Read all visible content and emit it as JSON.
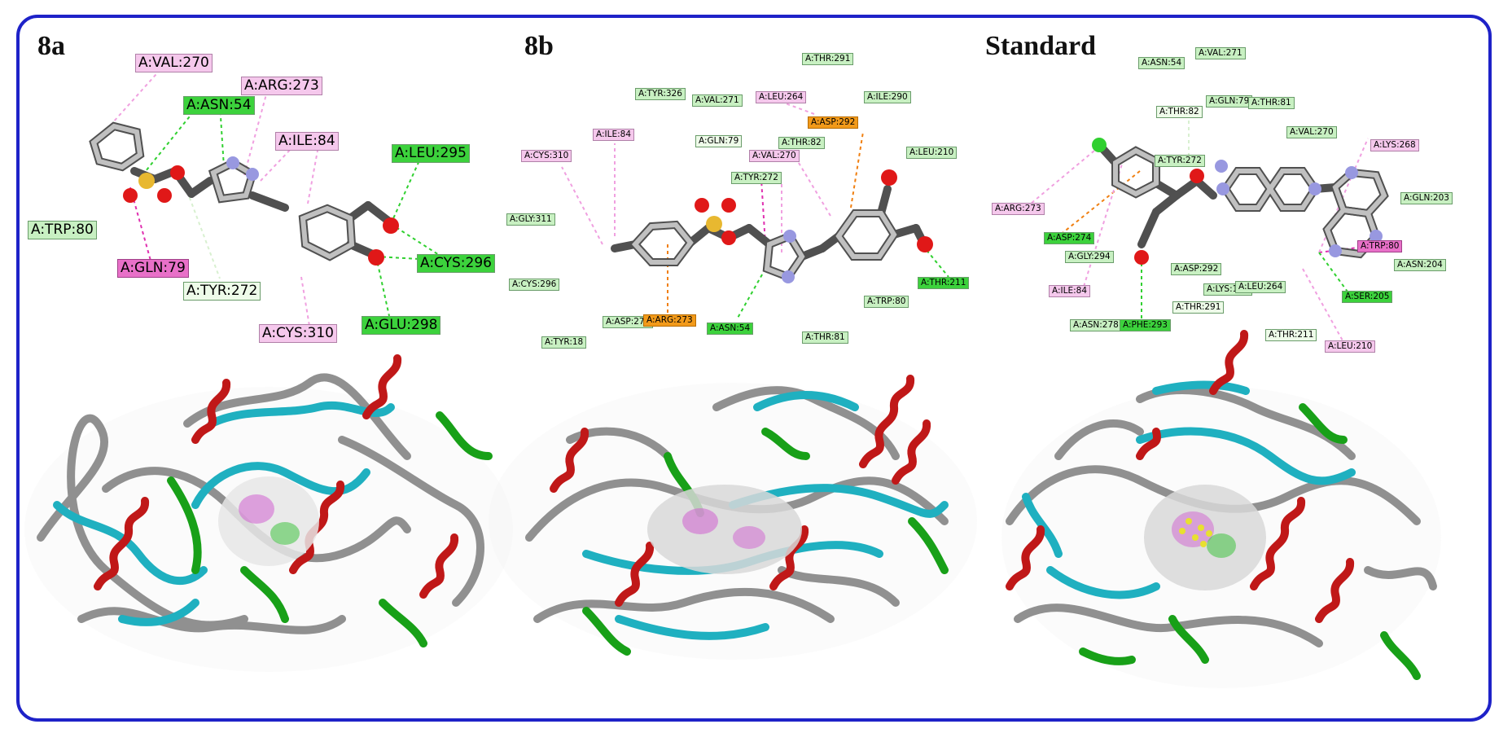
{
  "panels": [
    {
      "title": "8a",
      "labels": [
        "A:VAL:270",
        "A:ARG:273",
        "A:ASN:54",
        "A:ILE:84",
        "A:LEU:295",
        "A:TRP:80",
        "A:CYS:296",
        "A:GLN:79",
        "A:TYR:272",
        "A:GLU:298",
        "A:CYS:310"
      ]
    },
    {
      "title": "8b",
      "labels": [
        "A:THR:291",
        "A:TYR:326",
        "A:VAL:271",
        "A:LEU:264",
        "A:ILE:290",
        "A:ASP:292",
        "A:ILE:84",
        "A:GLN:79",
        "A:THR:82",
        "A:LEU:210",
        "A:CYS:310",
        "A:VAL:270",
        "A:TYR:272",
        "A:GLY:311",
        "A:CYS:296",
        "A:THR:211",
        "A:TRP:80",
        "A:ASP:274",
        "A:ARG:273",
        "A:ASN:54",
        "A:TYR:18",
        "A:THR:81"
      ]
    },
    {
      "title": "Standard",
      "labels": [
        "A:ASN:54",
        "A:VAL:271",
        "A:GLN:79",
        "A:THR:81",
        "A:THR:82",
        "A:VAL:270",
        "A:LYS:268",
        "A:TYR:272",
        "A:ARG:273",
        "A:GLN:203",
        "A:ASP:274",
        "A:TRP:80",
        "A:GLY:294",
        "A:ASN:204",
        "A:ASP:292",
        "A:ILE:84",
        "A:LYS:179",
        "A:LEU:264",
        "A:SER:205",
        "A:THR:291",
        "A:ASN:278",
        "A:PHE:293",
        "A:THR:211",
        "A:LEU:210"
      ]
    }
  ],
  "colors": {
    "frame": "#1e22c8",
    "hbond_strong": "#3cd23c",
    "vdw_light": "#c8f0c2",
    "pi_alkyl": "#f5c8ec",
    "pi_sigma": "#e870c8",
    "pi_anion": "#f29a1a",
    "carbon_hydrogen": "#eefbe9",
    "helix": "#c01818",
    "strand": "#1fb0c0",
    "turn": "#18a018",
    "coil": "#909090"
  }
}
